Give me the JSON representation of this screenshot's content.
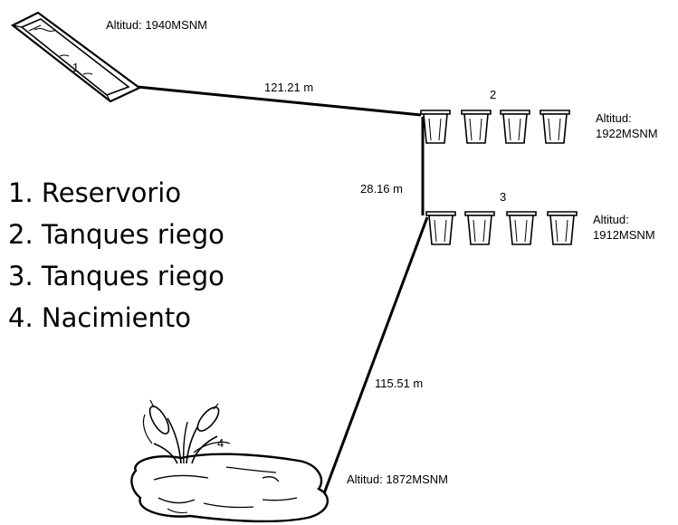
{
  "nodes": {
    "reservoir": {
      "number": "1",
      "altitude": "Altitud: 1940MSNM"
    },
    "tanks_upper": {
      "number": "2",
      "altitude_line1": "Altitud:",
      "altitude_line2": "1922MSNM"
    },
    "tanks_lower": {
      "number": "3",
      "altitude_line1": "Altitud:",
      "altitude_line2": "1912MSNM"
    },
    "spring": {
      "number": "4",
      "altitude": "Altitud: 1872MSNM"
    }
  },
  "distances": {
    "reservoir_to_tanks": "121.21 m",
    "tanks_to_tanks": "28.16 m",
    "tanks_to_spring": "115.51 m"
  },
  "legend": [
    "1. Reservorio",
    "2. Tanques riego",
    "3. Tanques riego",
    "4. Nacimiento"
  ],
  "colors": {
    "stroke": "#000000",
    "background": "#ffffff"
  }
}
